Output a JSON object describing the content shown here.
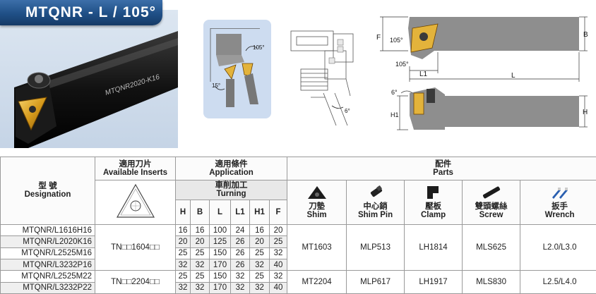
{
  "title": "MTQNR - L / 105°",
  "photo": {
    "engraving": "MTQNR2020-K16"
  },
  "diagrams": {
    "angle_105": "105°",
    "angle_15": "15°",
    "angle_6": "6°",
    "dim_F": "F",
    "dim_B": "B",
    "dim_L1": "L1",
    "dim_L": "L",
    "dim_H": "H",
    "dim_H1": "H1"
  },
  "table": {
    "designation": {
      "zh": "型 號",
      "en": "Designation"
    },
    "inserts": {
      "zh": "適用刀片",
      "en": "Available Inserts"
    },
    "application": {
      "zh": "適用條件",
      "en": "Application"
    },
    "turning": {
      "zh": "車削加工",
      "en": "Turning"
    },
    "parts": {
      "zh": "配件",
      "en": "Parts"
    },
    "dims": [
      "H",
      "B",
      "L",
      "L1",
      "H1",
      "F"
    ],
    "part_cols": [
      {
        "zh": "刀墊",
        "en": "Shim",
        "icon": "shim-icon"
      },
      {
        "zh": "中心銷",
        "en": "Shim Pin",
        "icon": "shim-pin-icon"
      },
      {
        "zh": "壓板",
        "en": "Clamp",
        "icon": "clamp-icon"
      },
      {
        "zh": "雙頭螺絲",
        "en": "Screw",
        "icon": "screw-icon"
      },
      {
        "zh": "扳手",
        "en": "Wrench",
        "icon": "wrench-icon"
      }
    ],
    "rows": [
      {
        "designation": "MTQNR/L1616H16",
        "dims": [
          "16",
          "16",
          "100",
          "24",
          "16",
          "20"
        ]
      },
      {
        "designation": "MTQNR/L2020K16",
        "dims": [
          "20",
          "20",
          "125",
          "26",
          "20",
          "25"
        ]
      },
      {
        "designation": "MTQNR/L2525M16",
        "dims": [
          "25",
          "25",
          "150",
          "26",
          "25",
          "32"
        ]
      },
      {
        "designation": "MTQNR/L3232P16",
        "dims": [
          "32",
          "32",
          "170",
          "26",
          "32",
          "40"
        ]
      },
      {
        "designation": "MTQNR/L2525M22",
        "dims": [
          "25",
          "25",
          "150",
          "32",
          "25",
          "32"
        ]
      },
      {
        "designation": "MTQNR/L3232P22",
        "dims": [
          "32",
          "32",
          "170",
          "32",
          "32",
          "40"
        ]
      }
    ],
    "groups": [
      {
        "insert": "TN□□1604□□",
        "shim": "MT1603",
        "shim_pin": "MLP513",
        "clamp": "LH1814",
        "screw": "MLS625",
        "wrench": "L2.0/L3.0"
      },
      {
        "insert": "TN□□2204□□",
        "shim": "MT2204",
        "shim_pin": "MLP617",
        "clamp": "LH1917",
        "screw": "MLS830",
        "wrench": "L2.5/L4.0"
      }
    ]
  }
}
